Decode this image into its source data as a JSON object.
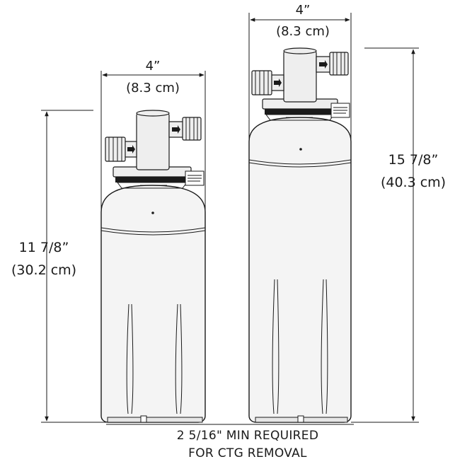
{
  "dimensions": {
    "small_width_in": "4”",
    "small_width_cm": "(8.3 cm)",
    "large_width_in": "4”",
    "large_width_cm": "(8.3 cm)",
    "small_height_in": "11 7/8”",
    "small_height_cm": "(30.2 cm)",
    "large_height_in": "15 7/8”",
    "large_height_cm": "(40.3 cm)"
  },
  "note": {
    "line1": "2 5/16\" MIN REQUIRED",
    "line2": "FOR CTG REMOVAL"
  }
}
